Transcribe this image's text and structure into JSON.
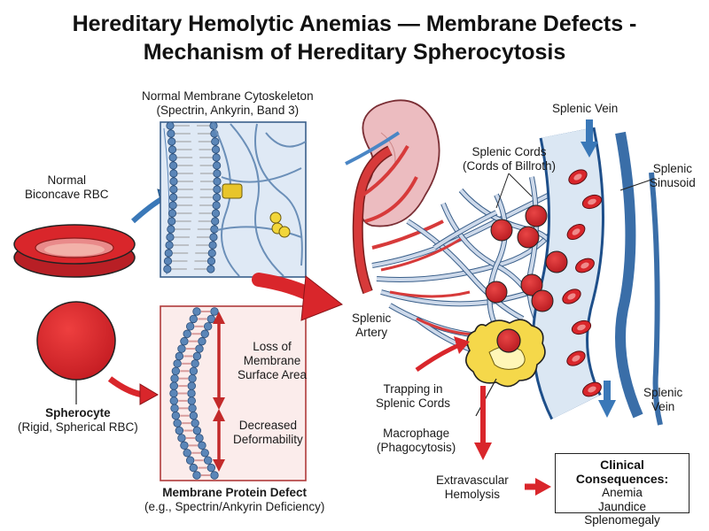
{
  "title": {
    "line1": "Hereditary Hemolytic Anemias — Membrane Defects -",
    "line2": "Mechanism of Hereditary Spherocytosis"
  },
  "labels": {
    "normal_rbc": [
      "Normal",
      "Biconcave RBC"
    ],
    "cytoskeleton": [
      "Normal Membrane Cytoskeleton",
      "(Spectrin, Ankyrin, Band 3)"
    ],
    "spherocyte_bold": "Spherocyte",
    "spherocyte_sub": "(Rigid, Spherical RBC)",
    "loss_surface": [
      "Loss of",
      "Membrane",
      "Surface Area"
    ],
    "decreased_deform": [
      "Decreased",
      "Deformability"
    ],
    "membrane_defect_bold": "Membrane Protein Defect",
    "membrane_defect_sub": "(e.g., Spectrin/Ankyrin Deficiency)",
    "splenic_vein_top": "Splenic Vein",
    "splenic_cords": [
      "Splenic Cords",
      "(Cords of Billroth)"
    ],
    "splenic_sinusoid": [
      "Splenic",
      "Sinusoid"
    ],
    "splenic_artery": [
      "Splenic",
      "Artery"
    ],
    "trapping": [
      "Trapping in",
      "Splenic Cords"
    ],
    "splenic_vein_bottom": [
      "Splenic",
      "Vein"
    ],
    "macrophage": [
      "Macrophage",
      "(Phagocytosis)"
    ],
    "extravascular": [
      "Extravascular",
      "Hemolysis"
    ]
  },
  "clinical": {
    "heading": "Clinical Consequences:",
    "items": [
      "Anemia",
      "Jaundice",
      "Splenomegaly"
    ]
  },
  "colors": {
    "rbc_red": "#d9262b",
    "arrow_blue": "#3a78b8",
    "vein_blue": "#4a86c5",
    "artery_red": "#d73a3a",
    "membrane_blue": "#5b86b8",
    "macrophage_yellow": "#f5d84a",
    "spleen_pink": "#e9b9bd"
  }
}
